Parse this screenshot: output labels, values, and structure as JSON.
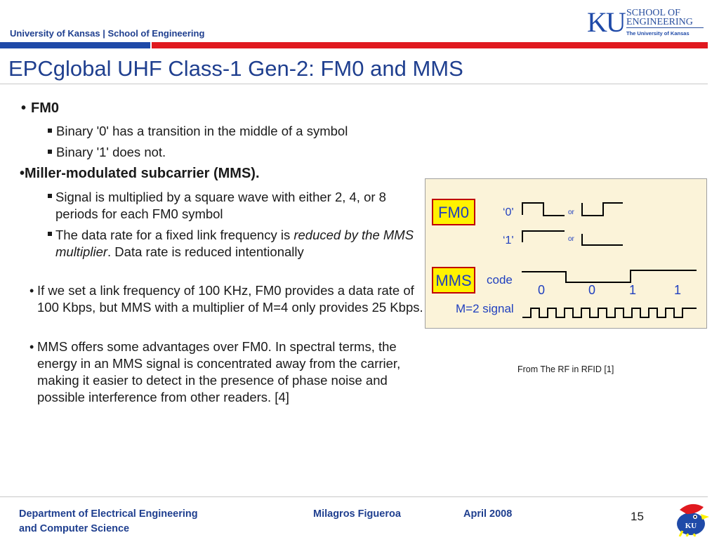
{
  "header": {
    "university_line": "University of Kansas | School of Engineering",
    "logo": {
      "letters": "KU",
      "school": "SCHOOL OF",
      "engineering": "ENGINEERING",
      "university": "The University of Kansas"
    }
  },
  "slide": {
    "title": "EPCglobal UHF Class-1 Gen-2: FM0 and MMS",
    "bullet_fm0": "FM0",
    "fm0_sub1": "Binary '0' has a transition in the middle of a symbol",
    "fm0_sub2": "Binary '1' does not.",
    "bullet_mms": "•Miller-modulated subcarrier (MMS).",
    "mms_sub1": "Signal is multiplied by a square wave with either 2, 4, or 8 periods for each FM0 symbol",
    "mms_sub2_prefix": "The data rate for a fixed link frequency is ",
    "mms_sub2_italic": "reduced by the MMS multiplier",
    "mms_sub2_suffix": ". Data rate is reduced intentionally",
    "point1": "If we set a link frequency of 100 KHz, FM0 provides a data rate of 100 Kbps, but MMS with a multiplier of M=4 only provides 25 Kbps.",
    "point2": "MMS offers some advantages over FM0.  In spectral terms, the energy in an MMS signal is concentrated away from the carrier, making it easier to detect in the presence of phase noise and possible interference from other readers. [4]"
  },
  "figure": {
    "fm0_box": "FM0",
    "mms_box": "MMS",
    "label_zero": "‘0'",
    "label_one": "‘1'",
    "or_1": "or",
    "or_2": "or",
    "code_label": "code",
    "signal_label": "M=2 signal",
    "bits": [
      "0",
      "0",
      "1",
      "1"
    ],
    "caption": "From The RF in RFID [1]"
  },
  "footer": {
    "department_line1": "Department of Electrical Engineering",
    "department_line2": "and Computer Science",
    "author": "Milagros Figueroa",
    "date": "April 2008",
    "page_number": "15"
  },
  "colors": {
    "brand_blue": "#1f3f8f",
    "bar_blue": "#1f4aa8",
    "bar_red": "#e0191f",
    "figure_bg": "#fbf3d9",
    "figure_box_yellow": "#fff200",
    "figure_text_blue": "#1f3fbf"
  }
}
